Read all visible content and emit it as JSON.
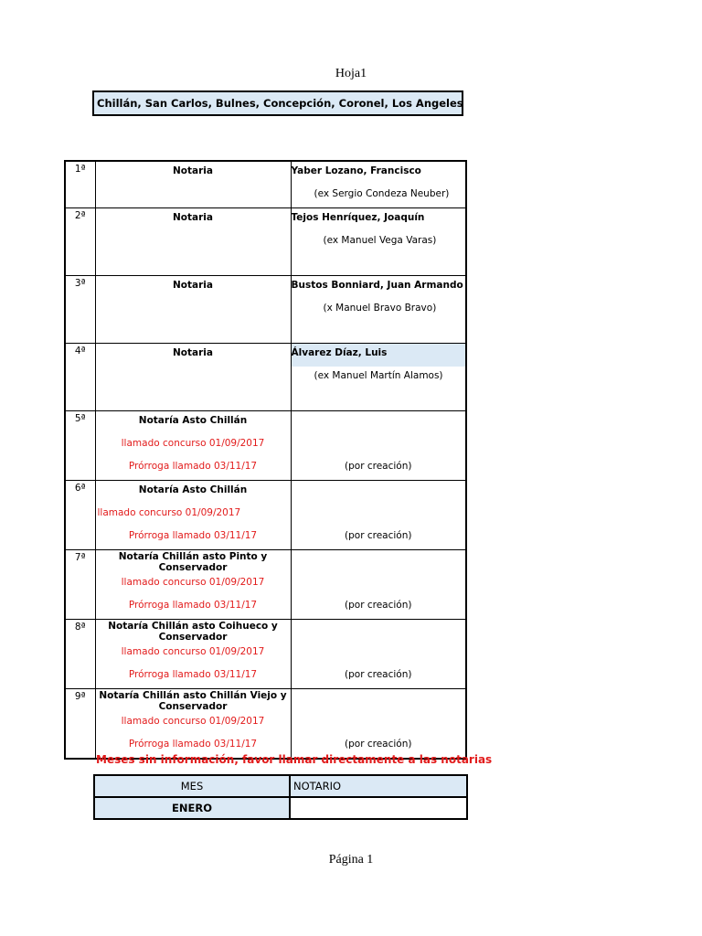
{
  "sheet_title": "Hoja1",
  "banner": "Chillán, San Carlos, Bulnes, Concepción, Coronel, Los Angeles, Talcahua",
  "rows": [
    {
      "num": "1ª",
      "type": "Notaria",
      "name": "Yaber Lozano, Francisco",
      "prev": "(ex Sergio Condeza Neuber)"
    },
    {
      "num": "2ª",
      "type": "Notaria",
      "name": "Tejos Henríquez, Joaquín",
      "prev": "(ex Manuel Vega Varas)"
    },
    {
      "num": "3ª",
      "type": "Notaria",
      "name": "Bustos Bonniard, Juan Armando",
      "prev": "(x Manuel Bravo Bravo)"
    },
    {
      "num": "4ª",
      "type": "Notaria",
      "name": "Álvarez Díaz, Luis",
      "prev": "(ex Manuel Martín Alamos)"
    },
    {
      "num": "5ª",
      "type": "Notaría Asto Chillán",
      "llamado": "llamado concurso 01/09/2017",
      "prorroga": "Prórroga llamado 03/11/17",
      "creacion": "(por creación)"
    },
    {
      "num": "6ª",
      "type": "Notaría Asto Chillán",
      "llamado": "llamado concurso 01/09/2017",
      "prorroga": "Prórroga llamado 03/11/17",
      "creacion": "(por creación)"
    },
    {
      "num": "7ª",
      "type_l1": "Notaría Chillán asto Pinto y",
      "type_l2": "Conservador",
      "llamado": "llamado concurso 01/09/2017",
      "prorroga": "Prórroga llamado 03/11/17",
      "creacion": "(por creación)"
    },
    {
      "num": "8ª",
      "type_l1": "Notaría Chillán asto Coihueco y",
      "type_l2": "Conservador",
      "llamado": "llamado concurso 01/09/2017",
      "prorroga": "Prórroga llamado 03/11/17",
      "creacion": "(por creación)"
    },
    {
      "num": "9ª",
      "type_l1": "Notaría Chillán asto Chillán Viejo y",
      "type_l2": "Conservador",
      "llamado": "llamado concurso 01/09/2017",
      "prorroga": "Prórroga llamado 03/11/17",
      "creacion": "(por creación)"
    }
  ],
  "notice": "Meses sin información, favor llamar directamente a las notarias",
  "mes_table": {
    "col_mes": "MES",
    "col_notario": "NOTARIO",
    "row_mes": "ENERO",
    "row_notario": ""
  },
  "footer": "Página 1",
  "colors": {
    "highlight": "#dbe9f5",
    "red_text": "#e21b1b"
  }
}
